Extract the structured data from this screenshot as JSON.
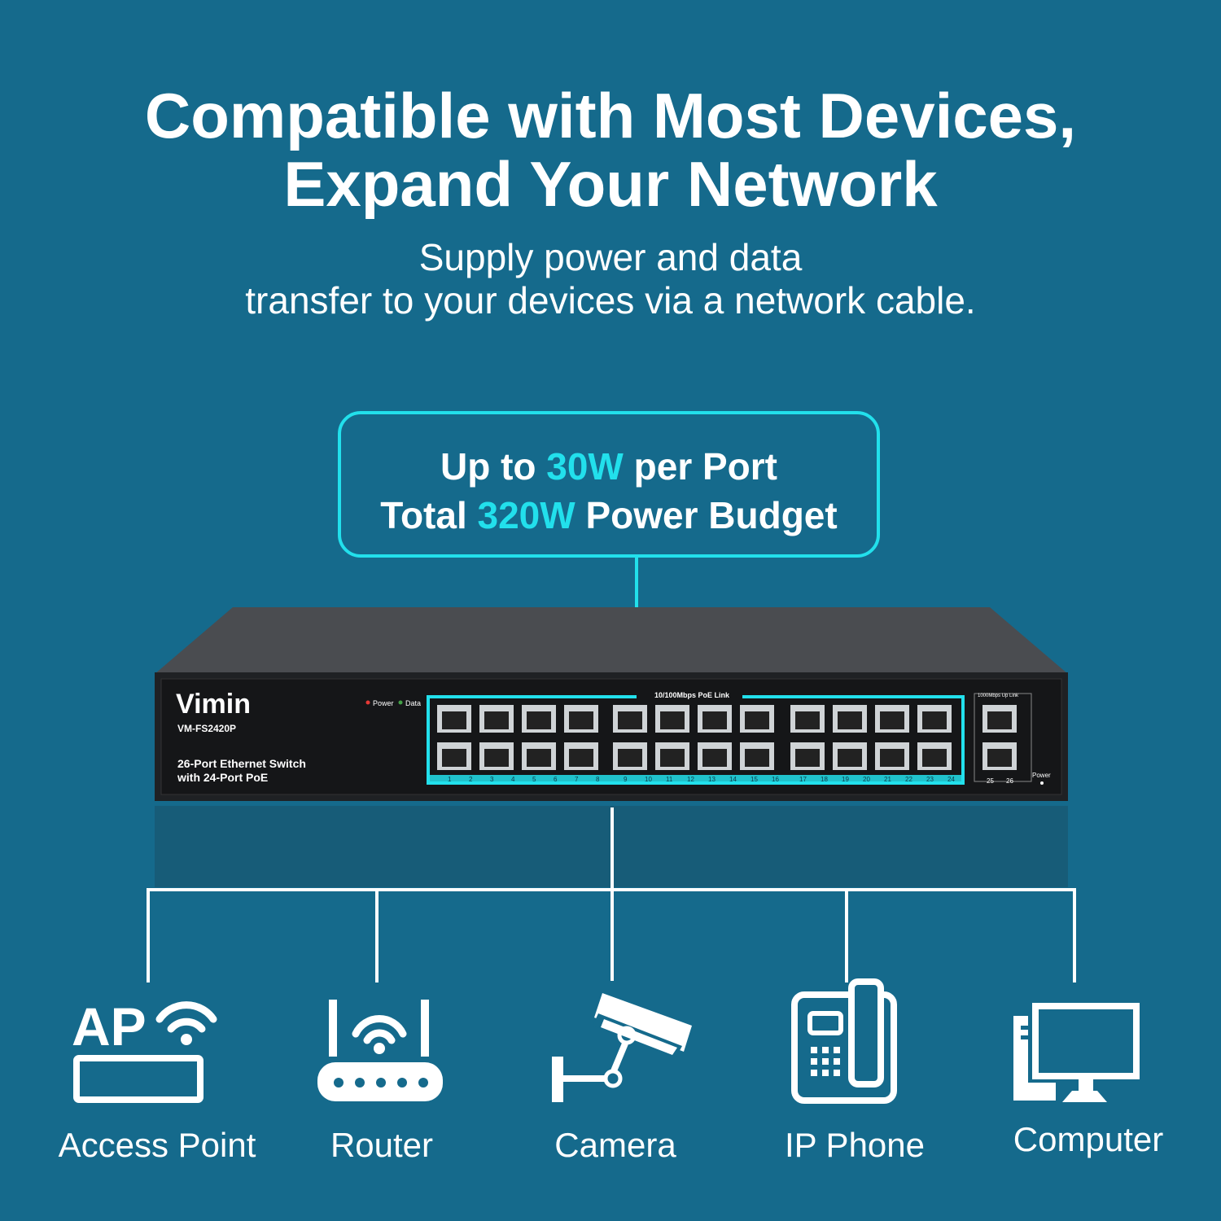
{
  "headline": {
    "line1": "Compatible with Most Devices,",
    "line2": "Expand Your Network"
  },
  "subheading": {
    "line1": "Supply power and data",
    "line2": "transfer to your devices via a network cable."
  },
  "spec_box": {
    "line1_pre": "Up to ",
    "line1_highlight": "30W",
    "line1_post": " per Port",
    "line2_pre": "Total ",
    "line2_highlight": "320W",
    "line2_post": " Power Budget"
  },
  "switch": {
    "brand": "Vimin",
    "model": "VM-FS2420P",
    "desc_line1": "26-Port Ethernet Switch",
    "desc_line2": "with 24-Port PoE",
    "led_power": "Power",
    "led_data": "Data",
    "poe_link_label": "10/100Mbps PoE Link",
    "uplink_label": "1000Mbps Up Link",
    "power_label": "Power",
    "port_numbers": [
      "1",
      "2",
      "3",
      "4",
      "5",
      "6",
      "7",
      "8",
      "9",
      "10",
      "11",
      "12",
      "13",
      "14",
      "15",
      "16",
      "17",
      "18",
      "19",
      "20",
      "21",
      "22",
      "23",
      "24"
    ],
    "uplink_numbers": [
      "25",
      "26"
    ]
  },
  "devices": [
    {
      "icon": "access-point-icon",
      "label": "Access Point"
    },
    {
      "icon": "router-icon",
      "label": "Router"
    },
    {
      "icon": "camera-icon",
      "label": "Camera"
    },
    {
      "icon": "ip-phone-icon",
      "label": "IP Phone"
    },
    {
      "icon": "computer-icon",
      "label": "Computer"
    }
  ],
  "colors": {
    "background": "#156a8c",
    "accent": "#22e0ec",
    "text": "#ffffff",
    "device_body": "#2a2c2f"
  }
}
